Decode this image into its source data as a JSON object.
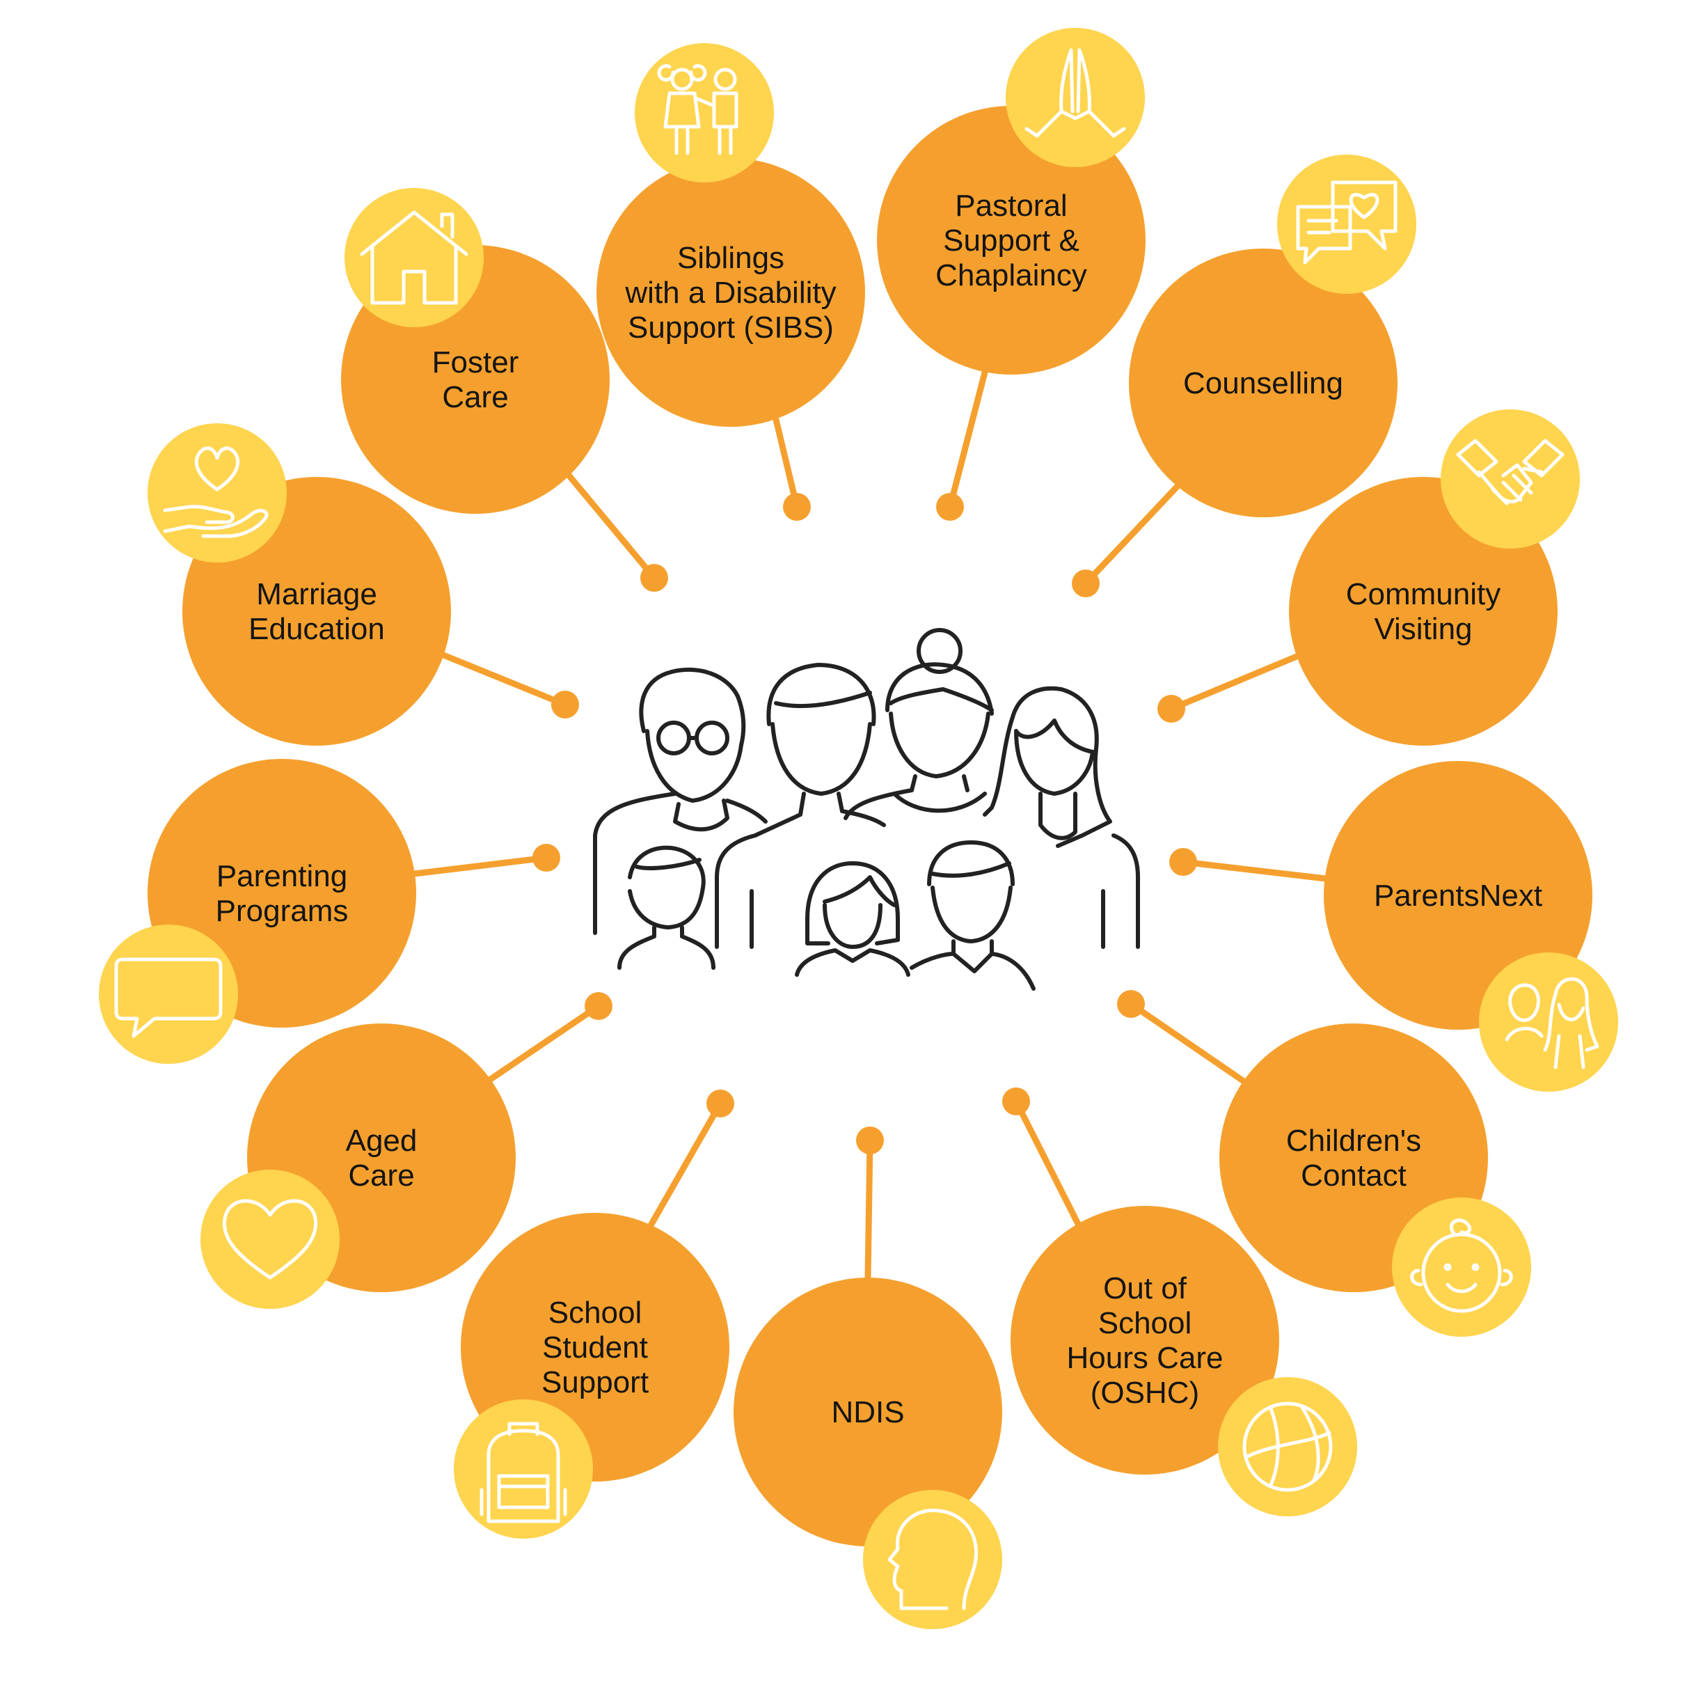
{
  "colors": {
    "orange": "#F5A02E",
    "yellow": "#FFD44E",
    "text": "#141414",
    "line_art": "#222222",
    "icon_stroke": "#ffffff"
  },
  "center": {
    "icon": "family-group-icon"
  },
  "services": [
    {
      "id": "siblings",
      "lines": [
        "Siblings",
        "with a Disability",
        "Support (SIBS)"
      ],
      "icon": "children-icon"
    },
    {
      "id": "pastoral",
      "lines": [
        "Pastoral",
        "Support &",
        "Chaplaincy"
      ],
      "icon": "praying-hands-icon"
    },
    {
      "id": "counselling",
      "lines": [
        "Counselling"
      ],
      "icon": "chat-heart-icon"
    },
    {
      "id": "community-visiting",
      "lines": [
        "Community",
        "Visiting"
      ],
      "icon": "handshake-icon"
    },
    {
      "id": "parentsnext",
      "lines": [
        "ParentsNext"
      ],
      "icon": "parent-child-icon"
    },
    {
      "id": "childrens-contact",
      "lines": [
        "Children's",
        "Contact"
      ],
      "icon": "child-face-icon"
    },
    {
      "id": "oshc",
      "lines": [
        "Out of",
        "School",
        "Hours Care",
        "(OSHC)"
      ],
      "icon": "ball-icon"
    },
    {
      "id": "ndis",
      "lines": [
        "NDIS"
      ],
      "icon": "head-profile-icon"
    },
    {
      "id": "school-student-support",
      "lines": [
        "School",
        "Student",
        "Support"
      ],
      "icon": "backpack-icon"
    },
    {
      "id": "aged-care",
      "lines": [
        "Aged",
        "Care"
      ],
      "icon": "heart-icon"
    },
    {
      "id": "parenting-programs",
      "lines": [
        "Parenting",
        "Programs"
      ],
      "icon": "speech-bubble-icon"
    },
    {
      "id": "marriage-education",
      "lines": [
        "Marriage",
        "Education"
      ],
      "icon": "heart-in-hand-icon"
    },
    {
      "id": "foster-care",
      "lines": [
        "Foster",
        "Care"
      ],
      "icon": "house-icon"
    }
  ]
}
